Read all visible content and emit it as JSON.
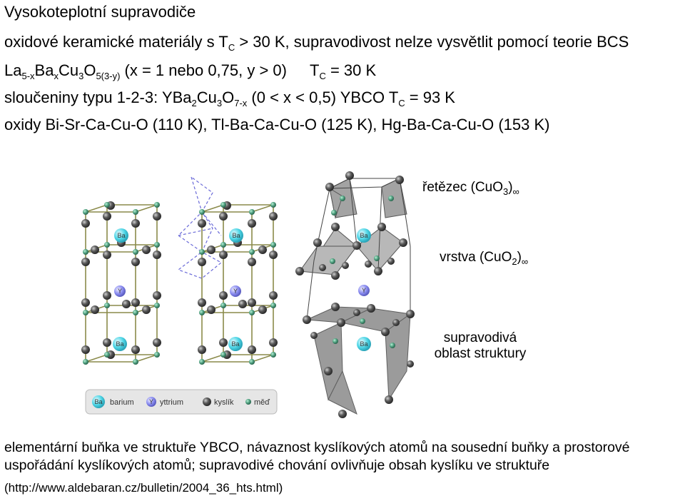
{
  "title": "Vysokoteplotní supravodiče",
  "line1": {
    "a": "oxidové keramické materiály s T",
    "sub": "C",
    "b": " > 30 K, supravodivost nelze vysvětlit pomocí teorie BCS"
  },
  "line2": {
    "la": "La",
    "la_sub": "5-x",
    "ba": "Ba",
    "ba_sub": "x",
    "cu": "Cu",
    "cu_sub": "3",
    "o": "O",
    "o_sub": "5(3-y)",
    "rest": " (x = 1 nebo 0,75, y > 0)",
    "tc": "T",
    "tc_sub": "C",
    "tc_val": " = 30 K"
  },
  "line3": {
    "a": "sloučeniny typu 1-2-3: YBa",
    "s1": "2",
    "b": "Cu",
    "s2": "3",
    "c": "O",
    "s3": "7-x",
    "d": " (0 < x < 0,5) YBCO  T",
    "s4": "C",
    "e": " = 93 K"
  },
  "line4": "oxidy Bi-Sr-Ca-Cu-O (110 K), Tl-Ba-Ca-Cu-O (125 K), Hg-Ba-Ca-Cu-O (153 K)",
  "labels": {
    "chain": {
      "a": "řetězec (CuO",
      "sub": "3",
      "b": ")",
      "inf": "∞"
    },
    "layer": {
      "a": "vrstva (CuO",
      "sub": "2",
      "b": ")",
      "inf": "∞"
    },
    "region1": "supravodivá",
    "region2": "oblast struktury"
  },
  "atoms": {
    "ba": "Ba",
    "y": "Y"
  },
  "legend": {
    "barium": "barium",
    "yttrium": "yttrium",
    "oxygen": "kyslík",
    "copper": "měď",
    "ba_sym": "Ba",
    "y_sym": "Y"
  },
  "caption": {
    "line1": "elementární buňka ve struktuře YBCO, návaznost kyslíkových atomů na sousední buňky a prostorové",
    "line2": "uspořádání kyslíkových atomů; supravodivé chování ovlivňuje obsah kyslíku ve struktuře",
    "source": "(http://www.aldebaran.cz/bulletin/2004_36_hts.html)"
  },
  "colors": {
    "ba": "#4fd6e6",
    "y": "#8a8cf0",
    "cu": "#4a9a7a",
    "o": "#555555",
    "bond": "#8a8a4a"
  }
}
